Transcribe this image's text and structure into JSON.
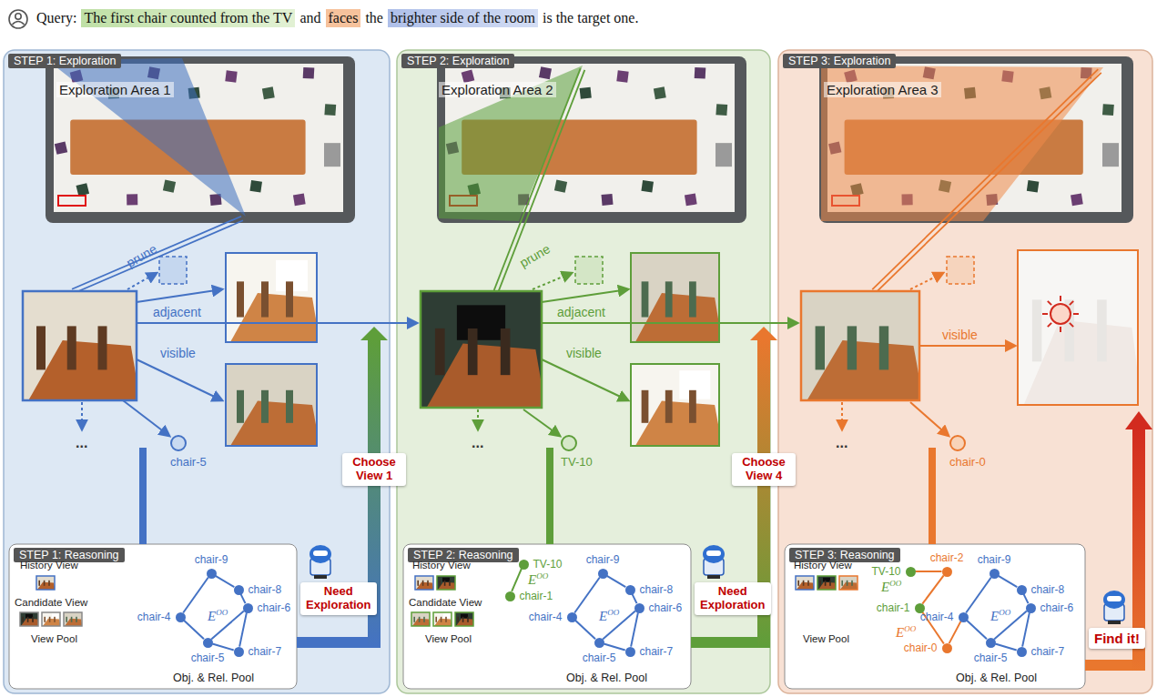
{
  "diagram": {
    "nodes": [
      {
        "text": [
          "STEP 1: Exploration"
        ]
      },
      {
        "text": [
          "STEP 2: Exploration"
        ]
      },
      {
        "text": [
          "STEP 3: Exploration"
        ]
      },
      {
        "text": [
          "chair-5"
        ],
        "in": 0
      },
      {
        "text": [
          "STEP 1: Reasoning"
        ],
        "in": 0
      },
      {
        "text": [
          "chair-9"
        ],
        "in": 4
      },
      {
        "text": [
          "chair-8"
        ],
        "in": 4
      },
      {
        "text": [
          "chair-6"
        ],
        "in": 4
      },
      {
        "text": [
          "chair-4"
        ],
        "in": 4
      },
      {
        "text": [
          "chair-5"
        ],
        "in": 4
      },
      {
        "text": [
          "chair-7"
        ],
        "in": 4
      },
      {
        "text": [
          "TV-10"
        ],
        "in": 1
      },
      {
        "text": [
          "STEP 2: Reasoning"
        ],
        "in": 1
      },
      {
        "text": [
          "TV-10"
        ],
        "in": 12
      },
      {
        "text": [
          "chair-1"
        ],
        "in": 12
      },
      {
        "text": [
          "chair-9"
        ],
        "in": 12
      },
      {
        "text": [
          "chair-8"
        ],
        "in": 12
      },
      {
        "text": [
          "chair-6"
        ],
        "in": 12
      },
      {
        "text": [
          "chair-4"
        ],
        "in": 12
      },
      {
        "text": [
          "chair-5"
        ],
        "in": 12
      },
      {
        "text": [
          "chair-7"
        ],
        "in": 12
      },
      {
        "text": [
          "chair-0"
        ],
        "in": 2
      },
      {
        "text": [
          "STEP 3: Reasoning"
        ],
        "in": 2
      },
      {
        "text": [
          "TV-10"
        ],
        "in": 22
      },
      {
        "text": [
          "chair-2"
        ],
        "in": 22
      },
      {
        "text": [
          "chair-1"
        ],
        "in": 22
      },
      {
        "text": [
          "chair-0"
        ],
        "in": 22
      },
      {
        "text": [
          "chair-9"
        ],
        "in": 22
      },
      {
        "text": [
          "chair-8"
        ],
        "in": 22
      },
      {
        "text": [
          "chair-6"
        ],
        "in": 22
      },
      {
        "text": [
          "chair-4"
        ],
        "in": 22
      },
      {
        "text": [
          "chair-5"
        ],
        "in": 22
      },
      {
        "text": [
          "chair-7"
        ],
        "in": 22
      },
      {
        "text": [
          "Need Exploration"
        ]
      },
      {
        "text": [
          "Choose View 1"
        ]
      },
      {
        "text": [
          "Need Exploration"
        ]
      },
      {
        "text": [
          "Choose View 4"
        ]
      },
      {
        "text": [
          "Find it!"
        ]
      }
    ],
    "edges": [
      {
        "from": 5,
        "to": 6,
        "arrow": "none"
      },
      {
        "from": 6,
        "to": 7,
        "arrow": "none"
      },
      {
        "from": 5,
        "to": 8,
        "arrow": "none"
      },
      {
        "from": 8,
        "to": 9,
        "arrow": "none"
      },
      {
        "from": 9,
        "to": 10,
        "arrow": "none"
      },
      {
        "from": 7,
        "to": 10,
        "arrow": "none"
      },
      {
        "from": 9,
        "to": 7,
        "arrow": "none"
      },
      {
        "from": 13,
        "to": 14,
        "arrow": "none"
      },
      {
        "from": 15,
        "to": 16,
        "arrow": "none"
      },
      {
        "from": 16,
        "to": 17,
        "arrow": "none"
      },
      {
        "from": 15,
        "to": 18,
        "arrow": "none"
      },
      {
        "from": 18,
        "to": 19,
        "arrow": "none"
      },
      {
        "from": 19,
        "to": 20,
        "arrow": "none"
      },
      {
        "from": 17,
        "to": 20,
        "arrow": "none"
      },
      {
        "from": 19,
        "to": 17,
        "arrow": "none"
      },
      {
        "from": 23,
        "to": 24,
        "arrow": "none"
      },
      {
        "from": 24,
        "to": 25,
        "arrow": "none"
      },
      {
        "from": 25,
        "to": 26,
        "arrow": "none"
      },
      {
        "from": 26,
        "to": 30,
        "arrow": "none"
      },
      {
        "from": 27,
        "to": 28,
        "arrow": "none"
      },
      {
        "from": 28,
        "to": 29,
        "arrow": "none"
      },
      {
        "from": 27,
        "to": 30,
        "arrow": "none"
      },
      {
        "from": 30,
        "to": 31,
        "arrow": "none"
      },
      {
        "from": 31,
        "to": 32,
        "arrow": "none"
      },
      {
        "from": 29,
        "to": 32,
        "arrow": "none"
      },
      {
        "from": 31,
        "to": 29,
        "arrow": "none"
      }
    ],
    "labels": [
      "Query:",
      "The first chair counted from the TV",
      "and",
      "faces",
      "the",
      "brighter side of the room",
      "is the target one.",
      "Exploration Area 1",
      "prune",
      "adjacent",
      "visible",
      "...",
      "History View",
      "Candidate View",
      "View Pool",
      "Obj. & Rel. Pool",
      "E",
      "OO",
      "Exploration Area 2",
      "prune",
      "adjacent",
      "visible",
      "...",
      "History View",
      "E",
      "OO",
      "Candidate View",
      "View Pool",
      "Obj. & Rel. Pool",
      "E",
      "OO",
      "Exploration Area 3",
      "visible",
      "...",
      "History View",
      "E",
      "OO",
      "E",
      "OO",
      "E",
      "OO",
      "View Pool",
      "Obj. & Rel. Pool"
    ]
  }
}
